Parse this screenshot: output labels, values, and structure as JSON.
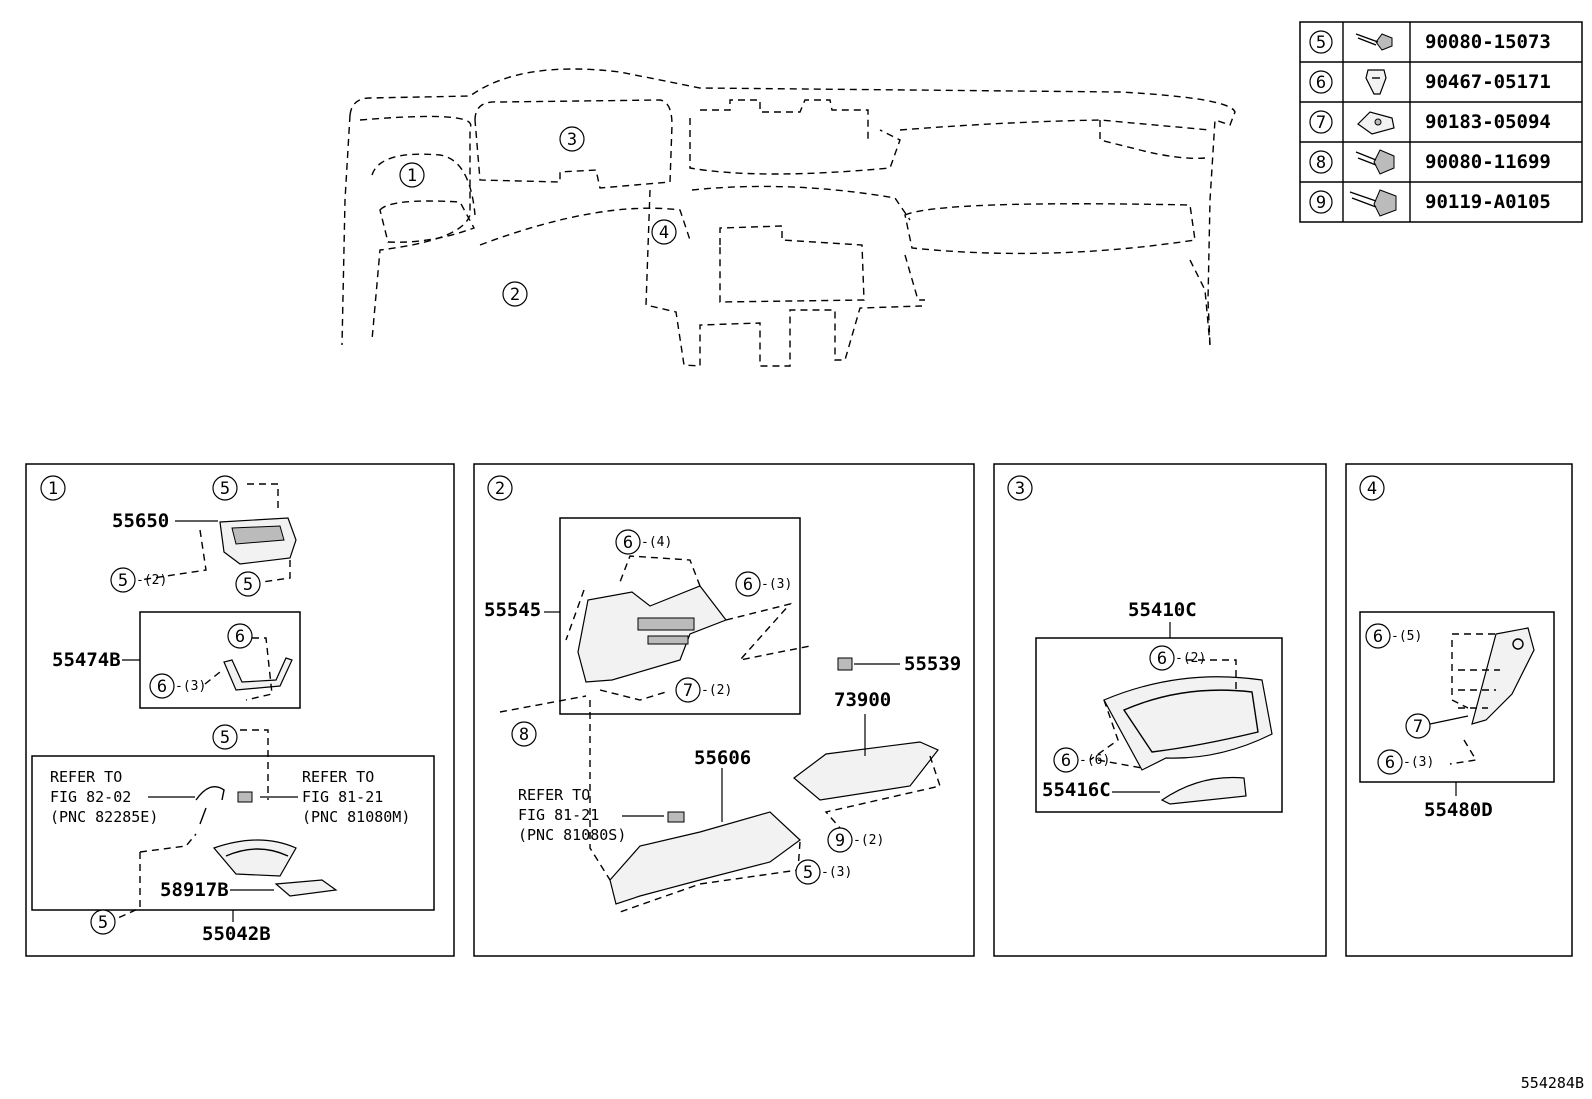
{
  "fastener_table": [
    {
      "num": "5",
      "part": "90080-15073",
      "icon": "bolt-icon"
    },
    {
      "num": "6",
      "part": "90467-05171",
      "icon": "clip-icon"
    },
    {
      "num": "7",
      "part": "90183-05094",
      "icon": "nut-icon"
    },
    {
      "num": "8",
      "part": "90080-11699",
      "icon": "bolt-icon"
    },
    {
      "num": "9",
      "part": "90119-A0105",
      "icon": "bolt-icon"
    }
  ],
  "overview": {
    "labels": [
      "1",
      "2",
      "3",
      "4"
    ]
  },
  "panel1": {
    "id": "1",
    "parts": {
      "p55650": "55650",
      "p55474B": "55474B",
      "p58917B": "58917B",
      "p55042B": "55042B"
    },
    "callouts": {
      "c5": "5",
      "c6": "6",
      "q2": "-(2)",
      "q3": "-(3)"
    },
    "ref_left": [
      "REFER TO",
      "FIG 82-02",
      "(PNC 82285E)"
    ],
    "ref_right": [
      "REFER TO",
      "FIG 81-21",
      "(PNC 81080M)"
    ]
  },
  "panel2": {
    "id": "2",
    "parts": {
      "p55545": "55545",
      "p55539": "55539",
      "p73900": "73900",
      "p55606": "55606"
    },
    "callouts": {
      "c5": "5",
      "c6": "6",
      "c7": "7",
      "c8": "8",
      "c9": "9",
      "q2": "-(2)",
      "q3": "-(3)",
      "q4": "-(4)"
    },
    "ref": [
      "REFER TO",
      "FIG 81-21",
      "(PNC 81080S)"
    ]
  },
  "panel3": {
    "id": "3",
    "parts": {
      "p55410C": "55410C",
      "p55416C": "55416C"
    },
    "callouts": {
      "c6": "6",
      "q2": "-(2)",
      "q6": "-(6)"
    }
  },
  "panel4": {
    "id": "4",
    "parts": {
      "p55480D": "55480D"
    },
    "callouts": {
      "c6": "6",
      "c7": "7",
      "q5": "-(5)",
      "q3": "-(3)"
    }
  },
  "illustration_id": "554284B"
}
